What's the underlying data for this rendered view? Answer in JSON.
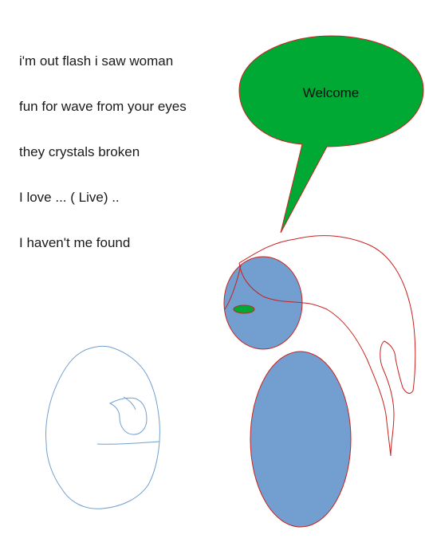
{
  "poem": {
    "lines": [
      "i'm out flash i saw woman",
      "fun for wave from your eyes",
      "they crystals broken",
      "I love ... ( Live) ..",
      "I haven't me found"
    ]
  },
  "speech_bubble": {
    "text": "Welcome",
    "fill_color": "#00a933",
    "outline_color": "#c9211e"
  },
  "figure": {
    "body_color": "#729fcf",
    "outline_color": "#c9211e",
    "eye_color": "#00a933",
    "sketch_color": "#729fcf"
  }
}
